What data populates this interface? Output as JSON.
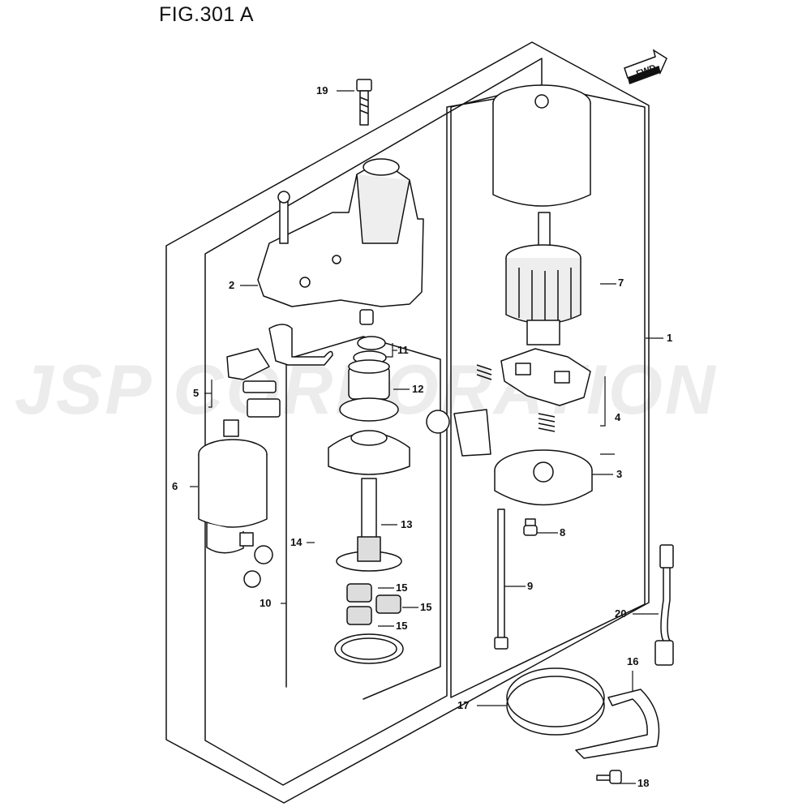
{
  "figure": {
    "title": "FIG.301 A",
    "watermark": "JSP CORPORATION",
    "fwd_label": "FWD"
  },
  "parts": [
    {
      "ref": "1"
    },
    {
      "ref": "2"
    },
    {
      "ref": "3"
    },
    {
      "ref": "4"
    },
    {
      "ref": "5"
    },
    {
      "ref": "6"
    },
    {
      "ref": "7"
    },
    {
      "ref": "8"
    },
    {
      "ref": "9"
    },
    {
      "ref": "10"
    },
    {
      "ref": "11"
    },
    {
      "ref": "12"
    },
    {
      "ref": "13"
    },
    {
      "ref": "14"
    },
    {
      "ref": "15"
    },
    {
      "ref": "16"
    },
    {
      "ref": "17"
    },
    {
      "ref": "18"
    },
    {
      "ref": "19"
    },
    {
      "ref": "20"
    }
  ],
  "callouts": {
    "c1": "1",
    "c2": "2",
    "c3": "3",
    "c4": "4",
    "c5": "5",
    "c6": "6",
    "c7": "7",
    "c8": "8",
    "c9": "9",
    "c10": "10",
    "c11": "11",
    "c12": "12",
    "c13": "13",
    "c14": "14",
    "c15a": "15",
    "c15b": "15",
    "c15c": "15",
    "c16": "16",
    "c17": "17",
    "c18": "18",
    "c19": "19",
    "c20": "20"
  },
  "colors": {
    "line": "#111111",
    "watermark": "#ececec",
    "part_fill": "#ffffff",
    "shade": "#e6e6e6"
  }
}
